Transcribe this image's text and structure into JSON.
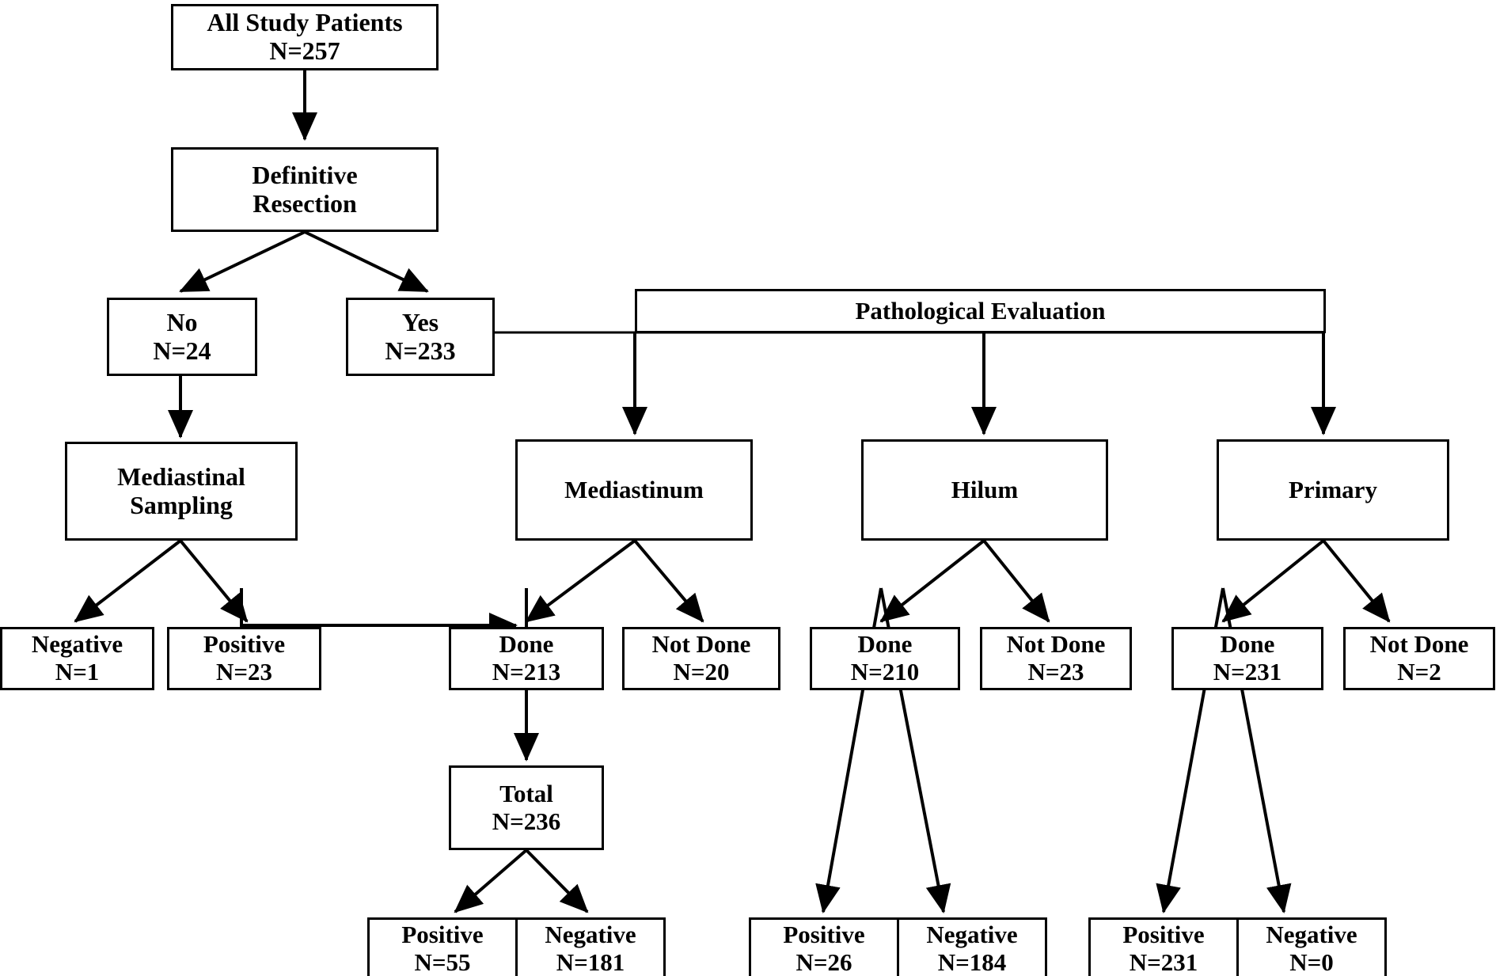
{
  "figure": {
    "type": "flowchart",
    "title": "Study patient flow and pathological evaluation",
    "line_color": "#000000",
    "background_color": "#ffffff"
  },
  "banner": {
    "label": "Pathological Evaluation"
  },
  "nodes": {
    "all_patients": {
      "line1": "All Study Patients",
      "line2": "N=257"
    },
    "definitive": {
      "line1": "Definitive",
      "line2": "Resection"
    },
    "resection_no": {
      "line1": "No",
      "line2": "N=24"
    },
    "resection_yes": {
      "line1": "Yes",
      "line2": "N=233"
    },
    "med_sampling": {
      "line1": "Mediastinal",
      "line2": "Sampling"
    },
    "mediastinum": {
      "line1": "Mediastinum",
      "line2": ""
    },
    "hilum": {
      "line1": "Hilum",
      "line2": ""
    },
    "primary": {
      "line1": "Primary",
      "line2": ""
    },
    "samp_negative": {
      "line1": "Negative",
      "line2": "N=1"
    },
    "samp_positive": {
      "line1": "Positive",
      "line2": "N=23"
    },
    "med_done": {
      "line1": "Done",
      "line2": "N=213"
    },
    "med_not_done": {
      "line1": "Not Done",
      "line2": "N=20"
    },
    "hil_done": {
      "line1": "Done",
      "line2": "N=210"
    },
    "hil_not_done": {
      "line1": "Not Done",
      "line2": "N=23"
    },
    "pri_done": {
      "line1": "Done",
      "line2": "N=231"
    },
    "pri_not_done": {
      "line1": "Not Done",
      "line2": "N=2"
    },
    "total": {
      "line1": "Total",
      "line2": "N=236"
    },
    "med_positive": {
      "line1": "Positive",
      "line2": "N=55"
    },
    "med_negative": {
      "line1": "Negative",
      "line2": "N=181"
    },
    "hil_positive": {
      "line1": "Positive",
      "line2": "N=26"
    },
    "hil_negative": {
      "line1": "Negative",
      "line2": "N=184"
    },
    "pri_positive": {
      "line1": "Positive",
      "line2": "N=231"
    },
    "pri_negative": {
      "line1": "Negative",
      "line2": "N=0"
    }
  },
  "chart_data": {
    "type": "flowchart",
    "title": "Study patient flow and pathological evaluation",
    "counts": {
      "All Study Patients": 257,
      "Definitive Resection - No": 24,
      "Definitive Resection - Yes": 233,
      "Mediastinal Sampling - Negative": 1,
      "Mediastinal Sampling - Positive": 23,
      "Mediastinum - Done": 213,
      "Mediastinum - Not Done": 20,
      "Hilum - Done": 210,
      "Hilum - Not Done": 23,
      "Primary - Done": 231,
      "Primary - Not Done": 2,
      "Mediastinum Total": 236,
      "Mediastinum Total - Positive": 55,
      "Mediastinum Total - Negative": 181,
      "Hilum - Positive": 26,
      "Hilum - Negative": 184,
      "Primary - Positive": 231,
      "Primary - Negative": 0
    },
    "edges": [
      [
        "All Study Patients",
        "Definitive Resection"
      ],
      [
        "Definitive Resection",
        "No N=24"
      ],
      [
        "Definitive Resection",
        "Yes N=233"
      ],
      [
        "No N=24",
        "Mediastinal Sampling"
      ],
      [
        "Yes N=233",
        "Pathological Evaluation"
      ],
      [
        "Pathological Evaluation",
        "Mediastinum"
      ],
      [
        "Pathological Evaluation",
        "Hilum"
      ],
      [
        "Pathological Evaluation",
        "Primary"
      ],
      [
        "Mediastinal Sampling",
        "Negative N=1"
      ],
      [
        "Mediastinal Sampling",
        "Positive N=23"
      ],
      [
        "Mediastinum",
        "Done N=213"
      ],
      [
        "Mediastinum",
        "Not Done N=20"
      ],
      [
        "Hilum",
        "Done N=210"
      ],
      [
        "Hilum",
        "Not Done N=23"
      ],
      [
        "Primary",
        "Done N=231"
      ],
      [
        "Primary",
        "Not Done N=2"
      ],
      [
        "Done N=213",
        "Total N=236"
      ],
      [
        "Positive N=23",
        "Total N=236"
      ],
      [
        "Total N=236",
        "Positive N=55"
      ],
      [
        "Total N=236",
        "Negative N=181"
      ],
      [
        "Done N=210",
        "Positive N=26"
      ],
      [
        "Done N=210",
        "Negative N=184"
      ],
      [
        "Done N=231",
        "Positive N=231"
      ],
      [
        "Done N=231",
        "Negative N=0"
      ]
    ]
  }
}
